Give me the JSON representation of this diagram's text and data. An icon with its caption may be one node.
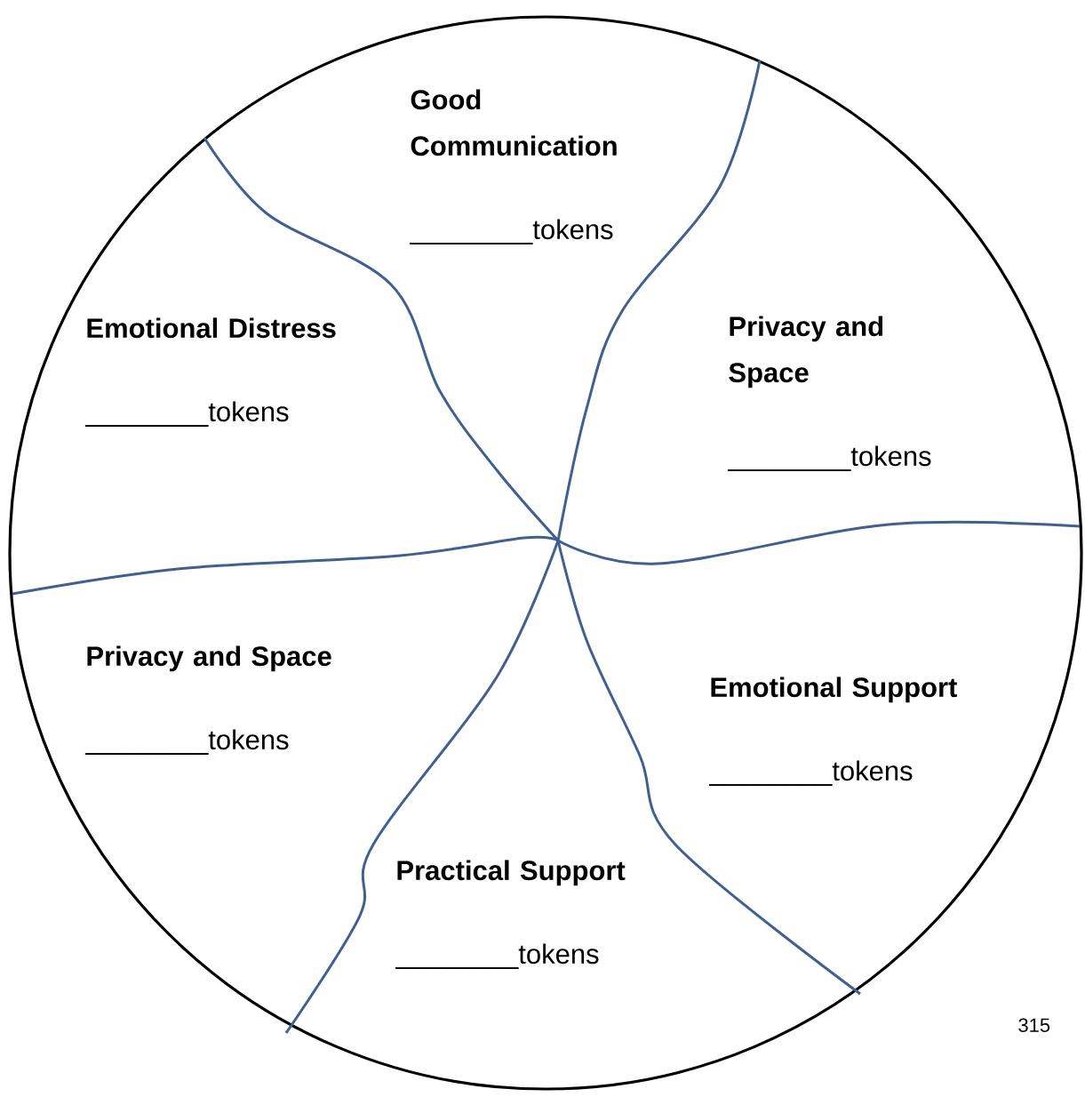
{
  "diagram": {
    "nodes": [
      {
        "text": [
          "Good Communication",
          "________tokens"
        ]
      },
      {
        "text": [
          "Emotional Distress",
          "________tokens"
        ]
      },
      {
        "text": [
          "Privacy and Space",
          "________tokens"
        ]
      },
      {
        "text": [
          "Privacy and Space",
          "________tokens"
        ]
      },
      {
        "text": [
          "Emotional Support",
          "________tokens"
        ]
      },
      {
        "text": [
          "Practical Support",
          "________tokens"
        ]
      }
    ],
    "labels": [
      "315"
    ]
  }
}
